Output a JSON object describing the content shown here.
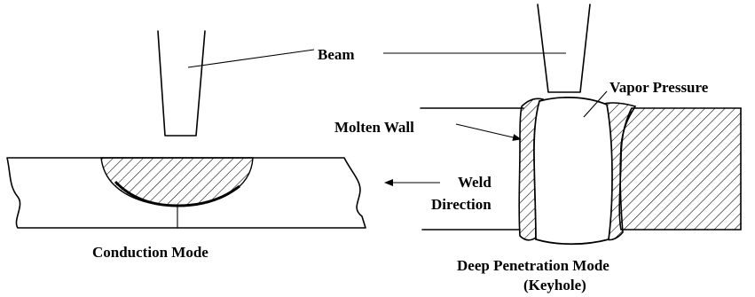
{
  "labels": {
    "beam": "Beam",
    "vapor_pressure": "Vapor Pressure",
    "molten_wall": "Molten Wall",
    "weld": "Weld",
    "direction": "Direction",
    "conduction_mode": "Conduction Mode",
    "deep_penetration_mode": "Deep Penetration Mode",
    "keyhole": "(Keyhole)"
  }
}
